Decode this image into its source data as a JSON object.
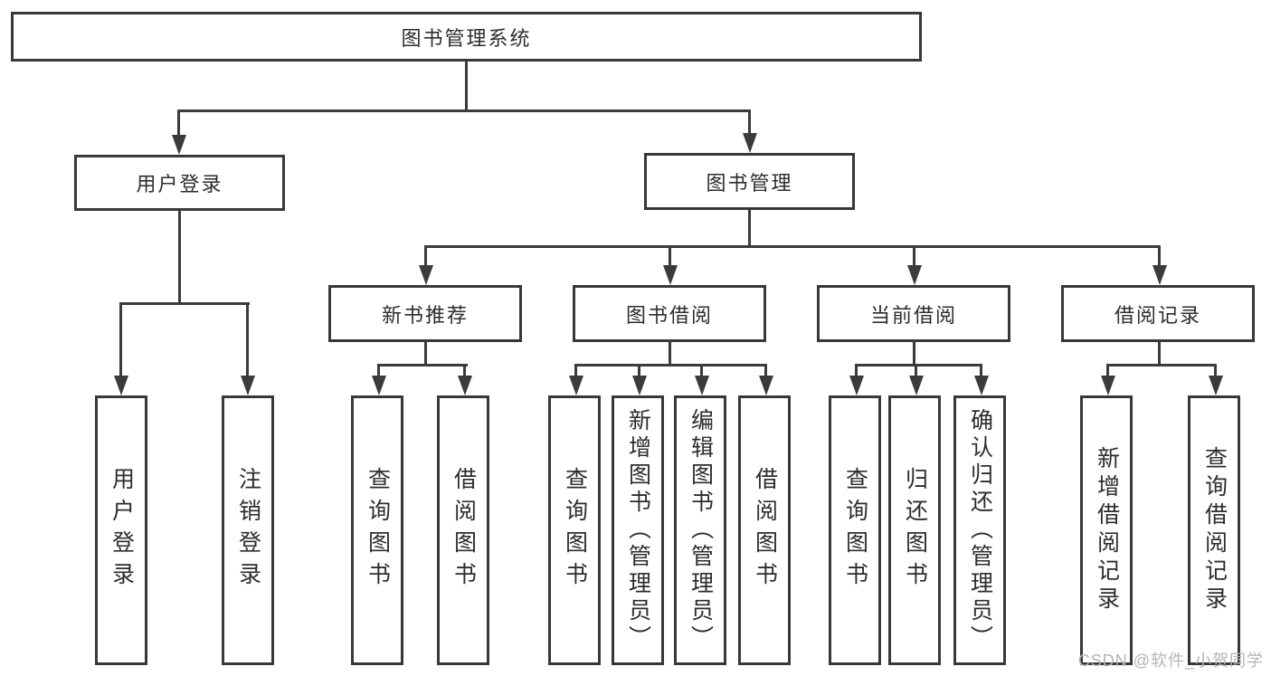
{
  "diagram": {
    "type": "hierarchy-tree",
    "title": "图书管理系统"
  },
  "colors": {
    "line": "#3b3b3b",
    "box_border": "#383838",
    "text": "#2d2d2d",
    "background": "#ffffff",
    "watermark": "#b5b5b5"
  },
  "tree": {
    "root": {
      "label": "图书管理系统",
      "children": [
        {
          "label": "用户登录",
          "children": [
            {
              "label": "用户登录"
            },
            {
              "label": "注销登录"
            }
          ]
        },
        {
          "label": "图书管理",
          "children": [
            {
              "label": "新书推荐",
              "children": [
                {
                  "label": "查询图书"
                },
                {
                  "label": "借阅图书"
                }
              ]
            },
            {
              "label": "图书借阅",
              "children": [
                {
                  "label": "查询图书"
                },
                {
                  "label": "新增图书（管理员）"
                },
                {
                  "label": "编辑图书（管理员）"
                },
                {
                  "label": "借阅图书"
                }
              ]
            },
            {
              "label": "当前借阅",
              "children": [
                {
                  "label": "查询图书"
                },
                {
                  "label": "归还图书"
                },
                {
                  "label": "确认归还（管理员）"
                }
              ]
            },
            {
              "label": "借阅记录",
              "children": [
                {
                  "label": "新增借阅记录"
                },
                {
                  "label": "查询借阅记录"
                }
              ]
            }
          ]
        }
      ]
    }
  },
  "watermark": {
    "text": "CSDN @软件_小贺同学"
  }
}
